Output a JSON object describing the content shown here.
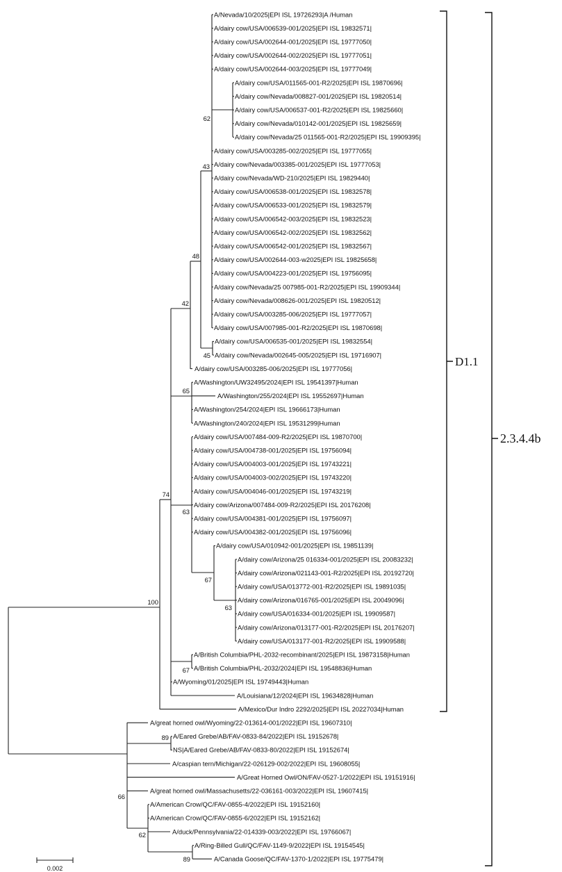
{
  "tree": {
    "leaves": [
      "A/Nevada/10/2025|EPI ISL 19726293|A /Human",
      "A/dairy cow/USA/006539-001/2025|EPI ISL 19832571|",
      "A/dairy cow/USA/002644-001/2025|EPI ISL 19777050|",
      "A/dairy cow/USA/002644-002/2025|EPI ISL 19777051|",
      "A/dairy cow/USA/002644-003/2025|EPI ISL 19777049|",
      "A/dairy cow/USA/011565-001-R2/2025|EPI ISL 19870696|",
      "A/dairy cow/Nevada/008827-001/2025|EPI ISL 19820514|",
      "A/dairy cow/USA/006537-001-R2/2025|EPI ISL 19825660|",
      "A/dairy cow/Nevada/010142-001/2025|EPI ISL 19825659|",
      "A/dairy cow/Nevada/25 011565-001-R2/2025|EPI ISL 19909395|",
      "A/dairy cow/USA/003285-002/2025|EPI ISL 19777055|",
      "A/dairy cow/Nevada/003385-001/2025|EPI ISL 19777053|",
      "A/dairy cow/Nevada/WD-210/2025|EPI ISL 19829440|",
      "A/dairy cow/USA/006538-001/2025|EPI ISL 19832578|",
      "A/dairy cow/USA/006533-001/2025|EPI ISL 19832579|",
      "A/dairy cow/USA/006542-003/2025|EPI ISL 19832523|",
      "A/dairy cow/USA/006542-002/2025|EPI ISL 19832562|",
      "A/dairy cow/USA/006542-001/2025|EPI ISL 19832567|",
      "A/dairy cow/USA/002644-003-w2025|EPI ISL 19825658|",
      "A/dairy cow/USA/004223-001/2025|EPI ISL 19756095|",
      "A/dairy cow/Nevada/25 007985-001-R2/2025|EPI ISL 19909344|",
      "A/dairy cow/Nevada/008626-001/2025|EPI ISL 19820512|",
      "A/dairy cow/USA/003285-006/2025|EPI ISL 19777057|",
      "A/dairy cow/USA/007985-001-R2/2025|EPI ISL 19870698|",
      "A/dairy cow/USA/006535-001/2025|EPI ISL 19832554|",
      "A/dairy cow/Nevada/002645-005/2025|EPI ISL 19716907|",
      "A/dairy cow/USA/003285-006/2025|EPI ISL 19777056|",
      "A/Washington/UW32495/2024|EPI ISL 19541397|Human",
      "A/Washington/255/2024|EPI ISL 19552697|Human",
      "A/Washington/254/2024|EPI ISL 19666173|Human",
      "A/Washington/240/2024|EPI ISL 19531299|Human",
      "A/dairy cow/USA/007484-009-R2/2025|EPI ISL 19870700|",
      "A/dairy cow/USA/004738-001/2025|EPI ISL 19756094|",
      "A/dairy cow/USA/004003-001/2025|EPI ISL 19743221|",
      "A/dairy cow/USA/004003-002/2025|EPI ISL 19743220|",
      "A/dairy cow/USA/004046-001/2025|EPI ISL 19743219|",
      "A/dairy cow/Arizona/007484-009-R2/2025|EPI ISL 20176208|",
      "A/dairy cow/USA/004381-001/2025|EPI ISL 19756097|",
      "A/dairy cow/USA/004382-001/2025|EPI ISL 19756096|",
      "A/dairy cow/USA/010942-001/2025|EPI ISL 19851139|",
      "A/dairy cow/Arizona/25 016334-001/2025|EPI ISL 20083232|",
      "A/dairy cow/Arizona/021143-001-R2/2025|EPI ISL 20192720|",
      "A/dairy cow/USA/013772-001-R2/2025|EPI ISL 19891035|",
      "A/dairy cow/Arizona/016765-001/2025|EPI ISL 20049096|",
      "A/dairy cow/USA/016334-001/2025|EPI ISL 19909587|",
      "A/dairy cow/Arizona/013177-001-R2/2025|EPI ISL 20176207|",
      "A/dairy cow/USA/013177-001-R2/2025|EPI ISL 19909588|",
      "A/British Columbia/PHL-2032-recombinant/2025|EPI ISL 19873158|Human",
      "A/British Columbia/PHL-2032/2024|EPI ISL 19548836|Human",
      "A/Wyoming/01/2025|EPI ISL 19749443|Human",
      "A/Louisiana/12/2024|EPI ISL 19634828|Human",
      "A/Mexico/Dur Indro 2292/2025|EPI ISL 20227034|Human",
      "A/great horned owl/Wyoming/22-013614-001/2022|EPI ISL 19607310|",
      "A/Eared Grebe/AB/FAV-0833-84/2022|EPI ISL 19152678|",
      "NS|A/Eared Grebe/AB/FAV-0833-80/2022|EPI ISL 19152674|",
      "A/caspian tern/Michigan/22-026129-002/2022|EPI ISL 19608055|",
      "A/Great Horned Owl/ON/FAV-0527-1/2022|EPI ISL 19151916|",
      "A/great horned owl/Massachusetts/22-036161-003/2022|EPI ISL 19607415|",
      "A/American Crow/QC/FAV-0855-4/2022|EPI ISL 19152160|",
      "A/American Crow/QC/FAV-0855-6/2022|EPI ISL 19152162|",
      "A/duck/Pennsylvania/22-014339-003/2022|EPI ISL 19766067|",
      "A/Ring-Billed Gull/QC/FAV-1149-9/2022|EPI ISL 19154545|",
      "A/Canada Goose/QC/FAV-1370-1/2022|EPI ISL 19775479|"
    ],
    "bootstrap": {
      "root_d": "100",
      "n74": "74",
      "n42": "42",
      "n48": "48",
      "n43": "43",
      "n62a": "62",
      "n45": "45",
      "n65": "65",
      "n63a": "63",
      "n67a": "67",
      "n63b": "63",
      "n67b": "67",
      "n89a": "89",
      "n66": "66",
      "n62b": "62",
      "n89b": "89"
    }
  },
  "clades": {
    "inner": "D1.1",
    "outer": "2.3.4.4b"
  },
  "scale_bar": {
    "label": "0.002"
  }
}
